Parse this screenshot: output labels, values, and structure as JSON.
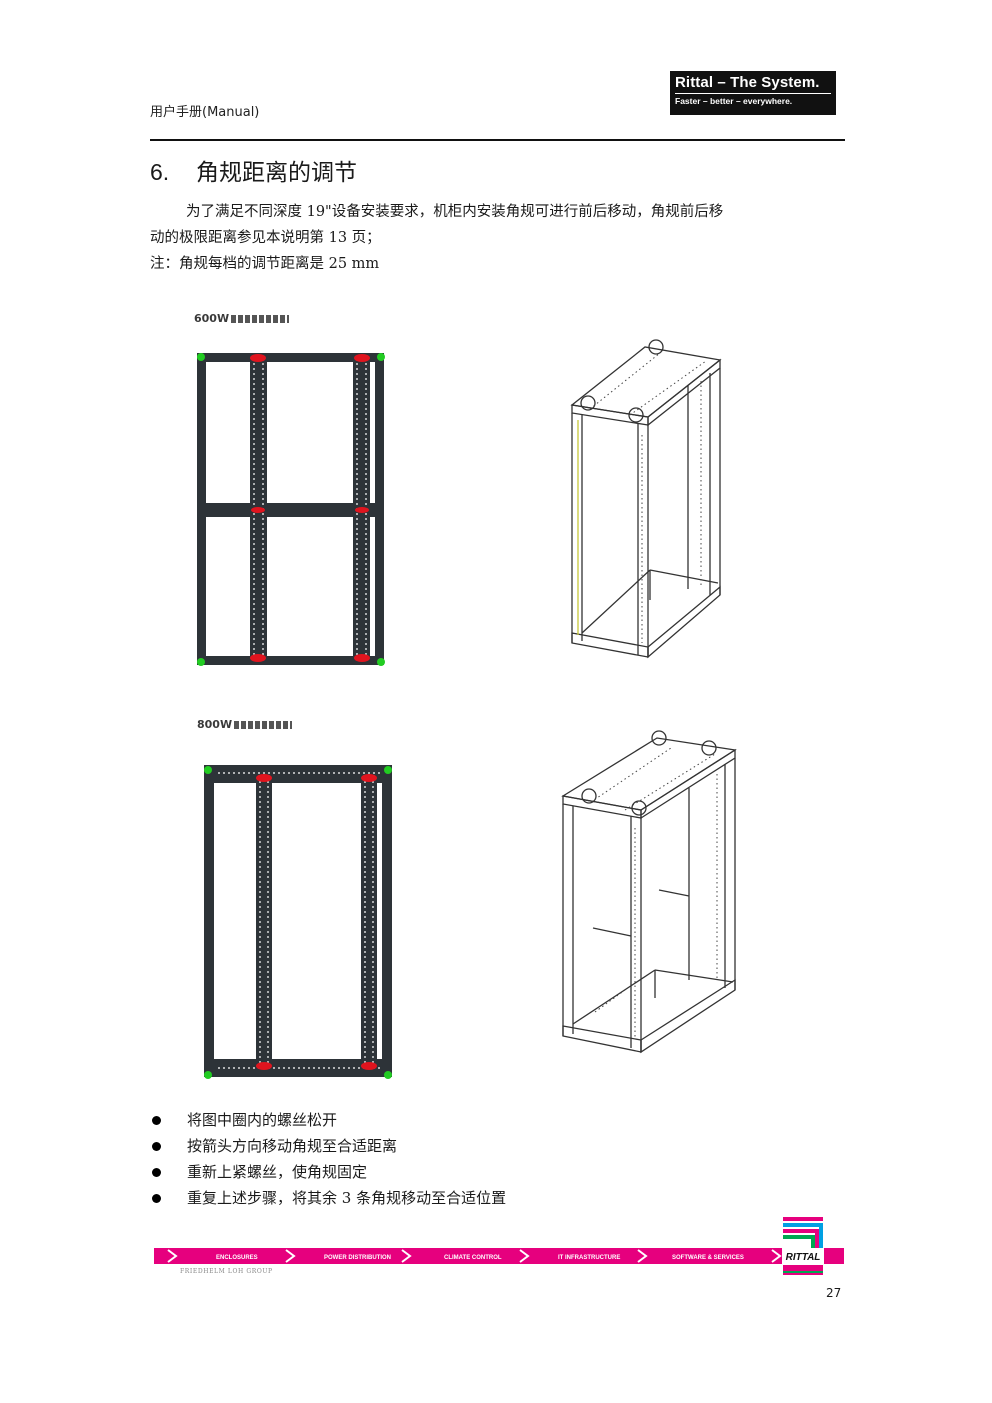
{
  "header": {
    "manual_label": "用户手册(Manual)",
    "logo_main": "Rittal – The System.",
    "logo_sub": "Faster – better – everywhere."
  },
  "section": {
    "number": "6.",
    "title": "角规距离的调节"
  },
  "paragraphs": [
    "为了满足不同深度  19\"设备安装要求，机柜内安装角规可进行前后移动，角规前后移",
    "动的极限距离参见本说明第 13 页；",
    "注：角规每档的调节距离是  25 mm"
  ],
  "figures": {
    "label_600": "600W",
    "label_800": "800W"
  },
  "bullets": [
    "将图中圈内的螺丝松开",
    "按箭头方向移动角规至合适距离",
    "重新上紧螺丝，使角规固定",
    "重复上述步骤，将其余  3  条角规移动至合适位置"
  ],
  "footer": {
    "nav": [
      "ENCLOSURES",
      "POWER DISTRIBUTION",
      "CLIMATE CONTROL",
      "IT INFRASTRUCTURE",
      "SOFTWARE & SERVICES"
    ],
    "brand": "RITTAL",
    "group": "FRIEDHELM LOH GROUP",
    "page_number": "27"
  },
  "colors": {
    "footer_magenta": "#e6007e",
    "frame_dark": "#2d3338",
    "marker_red": "#e0141e",
    "marker_green": "#22cc22"
  }
}
